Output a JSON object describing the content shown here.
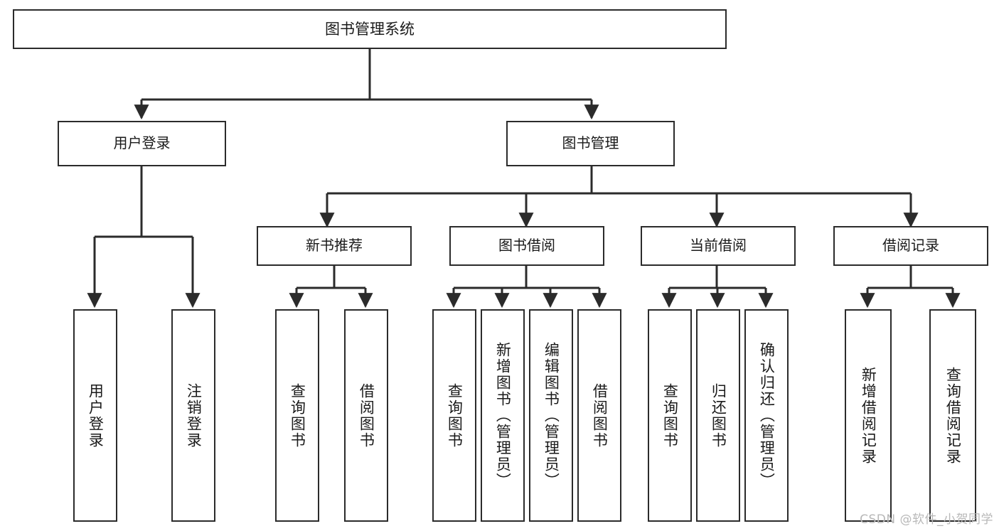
{
  "diagram": {
    "title": "图书管理系统",
    "type": "tree",
    "orientation": "top-down",
    "colors": {
      "box_border": "#2b2b2b",
      "box_fill": "#ffffff",
      "connector": "#2b2b2b",
      "text": "#1a1a1a",
      "watermark": "#b8b8b8",
      "background": "#ffffff"
    }
  },
  "nodes": {
    "root": {
      "label": "图书管理系统"
    },
    "level1": [
      {
        "label": "用户登录"
      },
      {
        "label": "图书管理"
      }
    ],
    "level2": [
      {
        "label": "新书推荐"
      },
      {
        "label": "图书借阅"
      },
      {
        "label": "当前借阅"
      },
      {
        "label": "借阅记录"
      }
    ],
    "leaves": {
      "user_login": [
        {
          "label": "用户登录"
        },
        {
          "label": "注销登录"
        }
      ],
      "new_book_recommend": [
        {
          "label": "查询图书"
        },
        {
          "label": "借阅图书"
        }
      ],
      "book_borrow": [
        {
          "label": "查询图书"
        },
        {
          "label": "新增图书（管理员）"
        },
        {
          "label": "编辑图书（管理员）"
        },
        {
          "label": "借阅图书"
        }
      ],
      "current_borrow": [
        {
          "label": "查询图书"
        },
        {
          "label": "归还图书"
        },
        {
          "label": "确认归还（管理员）"
        }
      ],
      "borrow_record": [
        {
          "label": "新增借阅记录"
        },
        {
          "label": "查询借阅记录"
        }
      ]
    }
  },
  "watermark": {
    "text": "CSDN @软件_小贺同学"
  }
}
